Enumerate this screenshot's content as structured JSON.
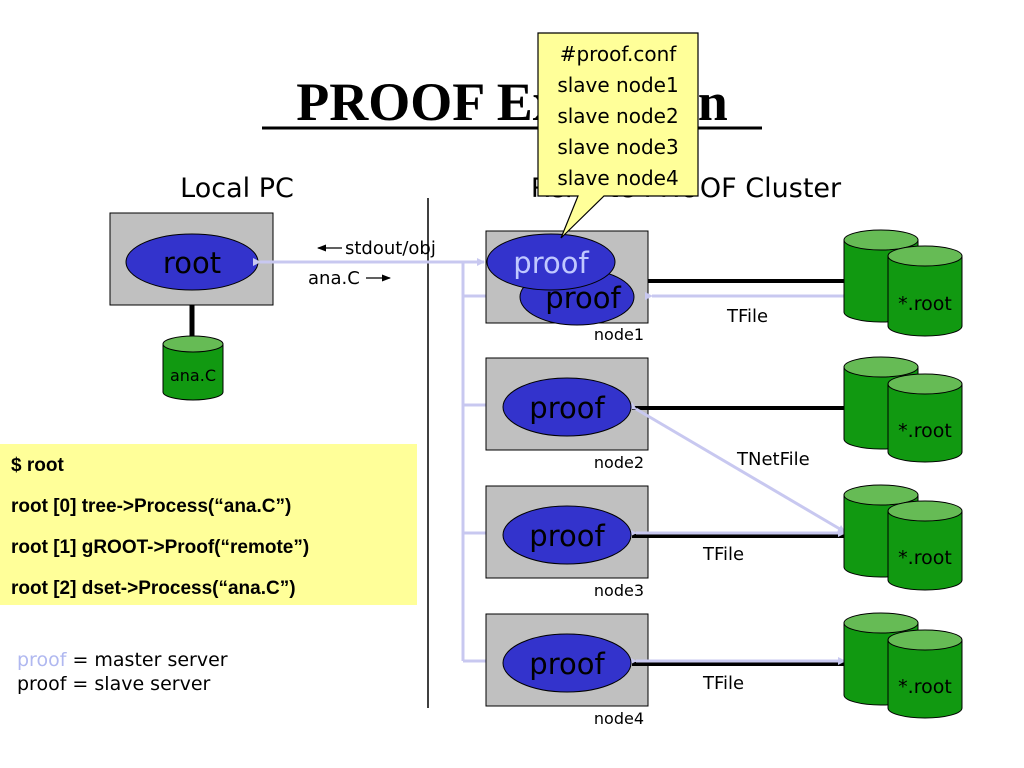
{
  "title": "PROOF Execution",
  "local_pc_label": "Local PC",
  "remote_cluster_label": "Remote PROOF Cluster",
  "root_label": "root",
  "ana_c_db_label": "ana.C",
  "stdout_label": "stdout/obj",
  "ana_c_arrow_label": "ana.C",
  "master_proof_label": "proof",
  "slave_proof_label": "proof",
  "nodes": [
    {
      "name": "node1",
      "proof": "proof",
      "file": "TFile",
      "db": "*.root"
    },
    {
      "name": "node2",
      "proof": "proof",
      "file": "TNetFile",
      "db": "*.root"
    },
    {
      "name": "node3",
      "proof": "proof",
      "file": "TFile",
      "db": "*.root"
    },
    {
      "name": "node4",
      "proof": "proof",
      "file": "TFile",
      "db": "*.root"
    }
  ],
  "conf_lines": [
    "#proof.conf",
    "slave node1",
    "slave node2",
    "slave node3",
    "slave node4"
  ],
  "commands": [
    "$ root",
    "root [0] tree->Process(“ana.C”)",
    "root [1] gROOT->Proof(“remote”)",
    "root [2] dset->Process(“ana.C”)"
  ],
  "legend": {
    "master_word": "proof",
    "master_rest": " = master server",
    "slave_line": "proof = slave server"
  },
  "colors": {
    "proof_fill": "#3333cc",
    "master_text": "#c0c8ff",
    "green": "#119911",
    "green_top": "#66bb55",
    "node_box": "#c0c0c0",
    "cmd_box": "#ffff99",
    "arrow": "#c8c8f0"
  }
}
